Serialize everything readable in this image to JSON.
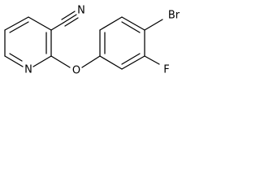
{
  "molecule": {
    "atoms": {
      "nitrile_n": "N",
      "pyridine_n": "N",
      "ether_o": "O",
      "bromine": "Br",
      "fluorine": "F"
    }
  }
}
